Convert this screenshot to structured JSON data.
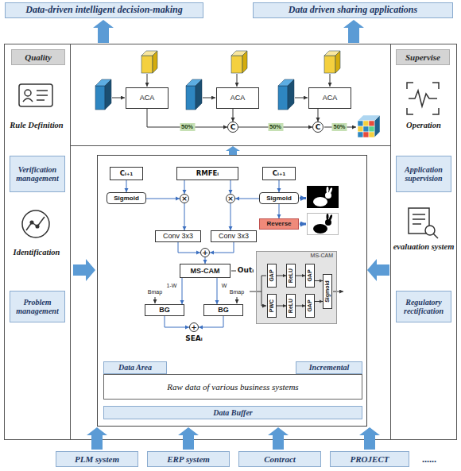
{
  "diagram": {
    "nodes": [
      {
        "text": [
          "Data-driven intelligent decision-making"
        ]
      },
      {
        "text": [
          "Data driven sharing applications"
        ]
      },
      {
        "text": [
          "Quality"
        ]
      },
      {
        "text": [
          "Verification management"
        ]
      },
      {
        "text": [
          "Problem management"
        ]
      },
      {
        "text": [
          "Supervise"
        ]
      },
      {
        "text": [
          "Application supervision"
        ]
      },
      {
        "text": [
          "Regulatory rectification"
        ]
      },
      {
        "text": [
          "ACA"
        ]
      },
      {
        "text": [
          "ACA"
        ]
      },
      {
        "text": [
          "ACA"
        ]
      },
      {
        "text": [
          "C"
        ]
      },
      {
        "text": [
          "C"
        ]
      },
      {
        "text": [
          "Cᵢ₊₁"
        ]
      },
      {
        "text": [
          "RMFEᵢ"
        ]
      },
      {
        "text": [
          "Cᵢ₊₁"
        ]
      },
      {
        "text": [
          "Sigmoid"
        ]
      },
      {
        "text": [
          "×"
        ]
      },
      {
        "text": [
          "×"
        ]
      },
      {
        "text": [
          "Sigmoid"
        ]
      },
      {
        "text": [
          "Reverse"
        ]
      },
      {
        "text": [
          "Conv 3x3"
        ]
      },
      {
        "text": [
          "Conv 3x3"
        ]
      },
      {
        "text": [
          "+"
        ]
      },
      {
        "text": [
          "MS-CAM"
        ]
      },
      {
        "text": [
          "BG"
        ]
      },
      {
        "text": [
          "BG"
        ]
      },
      {
        "text": [
          "+"
        ]
      },
      {
        "text": [
          "MS-CAM"
        ]
      },
      {
        "text": [
          "GAP"
        ],
        "in": 28
      },
      {
        "text": [
          "ReLU"
        ],
        "in": 28
      },
      {
        "text": [
          "GAP"
        ],
        "in": 28
      },
      {
        "text": [
          "PWC"
        ],
        "in": 28
      },
      {
        "text": [
          "ReLU"
        ],
        "in": 28
      },
      {
        "text": [
          "GAP"
        ],
        "in": 28
      },
      {
        "text": [
          "Sigmoid"
        ],
        "in": 28
      },
      {
        "text": [
          "Data Area"
        ]
      },
      {
        "text": [
          "Incremental"
        ]
      },
      {
        "text": [
          "Raw data of various business systems"
        ]
      },
      {
        "text": [
          "Data Buffer"
        ]
      },
      {
        "text": [
          "PLM system"
        ]
      },
      {
        "text": [
          "ERP system"
        ]
      },
      {
        "text": [
          "Contract"
        ]
      },
      {
        "text": [
          "PROJECT"
        ]
      }
    ],
    "edges": [
      {
        "from": 8,
        "to": 11,
        "arrow": "to",
        "label": "50%"
      },
      {
        "from": 9,
        "to": 11,
        "arrow": "to"
      },
      {
        "from": 11,
        "to": 12,
        "arrow": "to",
        "label": "50%"
      },
      {
        "from": 10,
        "to": 12,
        "arrow": "to"
      },
      {
        "from": 13,
        "to": 16,
        "arrow": "to"
      },
      {
        "from": 15,
        "to": 19,
        "arrow": "to"
      },
      {
        "from": 14,
        "to": 17,
        "arrow": "to"
      },
      {
        "from": 14,
        "to": 18,
        "arrow": "to"
      },
      {
        "from": 16,
        "to": 17,
        "arrow": "to"
      },
      {
        "from": 19,
        "to": 18,
        "arrow": "to"
      },
      {
        "from": 19,
        "to": 20,
        "arrow": "to"
      },
      {
        "from": 17,
        "to": 21,
        "arrow": "to"
      },
      {
        "from": 18,
        "to": 22,
        "arrow": "to"
      },
      {
        "from": 21,
        "to": 23,
        "arrow": "to"
      },
      {
        "from": 22,
        "to": 23,
        "arrow": "to"
      },
      {
        "from": 23,
        "to": 24,
        "arrow": "to"
      },
      {
        "from": 24,
        "to": 25,
        "arrow": "to"
      },
      {
        "from": 24,
        "to": 26,
        "arrow": "to"
      },
      {
        "from": 25,
        "to": 27,
        "arrow": "to"
      },
      {
        "from": 26,
        "to": 27,
        "arrow": "to"
      },
      {
        "from": 29,
        "to": 30,
        "arrow": "to"
      },
      {
        "from": 30,
        "to": 31,
        "arrow": "to"
      },
      {
        "from": 32,
        "to": 33,
        "arrow": "to"
      },
      {
        "from": 33,
        "to": 34,
        "arrow": "to"
      },
      {
        "from": 31,
        "to": 35,
        "arrow": "to"
      },
      {
        "from": 34,
        "to": 35,
        "arrow": "to"
      }
    ],
    "labels": [
      "Rule Definition",
      "Identification",
      "Operation",
      "evaluation system",
      "50%",
      "Outᵢ",
      "Bmap",
      "Bmap",
      "1-W",
      "W",
      "SEAᵢ",
      "......"
    ]
  }
}
